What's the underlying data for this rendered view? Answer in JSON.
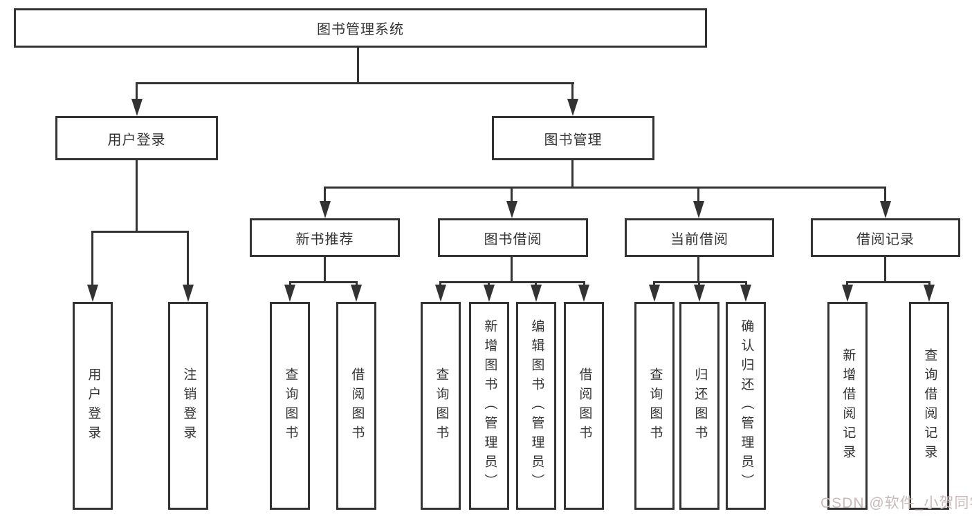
{
  "root": {
    "label": "图书管理系统"
  },
  "branches": [
    {
      "label": "用户登录",
      "children": [
        {
          "label": "用户登录"
        },
        {
          "label": "注销登录"
        }
      ]
    },
    {
      "label": "图书管理",
      "children": [
        {
          "label": "新书推荐",
          "children": [
            {
              "label": "查询图书"
            },
            {
              "label": "借阅图书"
            }
          ]
        },
        {
          "label": "图书借阅",
          "children": [
            {
              "label": "查询图书"
            },
            {
              "label": "新增图书（管理员）"
            },
            {
              "label": "编辑图书（管理员）"
            },
            {
              "label": "借阅图书"
            }
          ]
        },
        {
          "label": "当前借阅",
          "children": [
            {
              "label": "查询图书"
            },
            {
              "label": "归还图书"
            },
            {
              "label": "确认归还（管理员）"
            }
          ]
        },
        {
          "label": "借阅记录",
          "children": [
            {
              "label": "新增借阅记录"
            },
            {
              "label": "查询借阅记录"
            }
          ]
        }
      ]
    }
  ],
  "watermark": "CSDN @软件_小贺同学",
  "colors": {
    "line": "#333333",
    "text": "#333333",
    "box_background": "#ffffff",
    "watermark": "#c9baba",
    "page_background": "#ffffff"
  }
}
